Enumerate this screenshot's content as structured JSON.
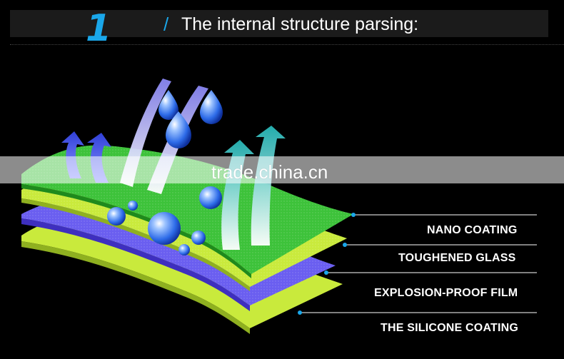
{
  "header": {
    "step_number": "1",
    "slash": "/",
    "title": "The internal structure parsing:"
  },
  "watermark": "trade.china.cn",
  "layers": [
    {
      "label": "NANO COATING",
      "color": "#3dc23a"
    },
    {
      "label": "TOUGHENED GLASS",
      "color": "#c9ea3c"
    },
    {
      "label": "EXPLOSION-PROOF FILM",
      "color": "#6a5ef0"
    },
    {
      "label": "THE SILICONE COATING",
      "color": "#c9ea3c"
    }
  ],
  "colors": {
    "accent": "#1aa7ea",
    "water_drop": "#2d6be8",
    "airflow_arrow": "#4a58e0",
    "vapor_arrow": "#25b5b5"
  },
  "icons": [
    "water-drop-icon",
    "airflow-arrow-icon",
    "vapor-arrow-icon"
  ]
}
